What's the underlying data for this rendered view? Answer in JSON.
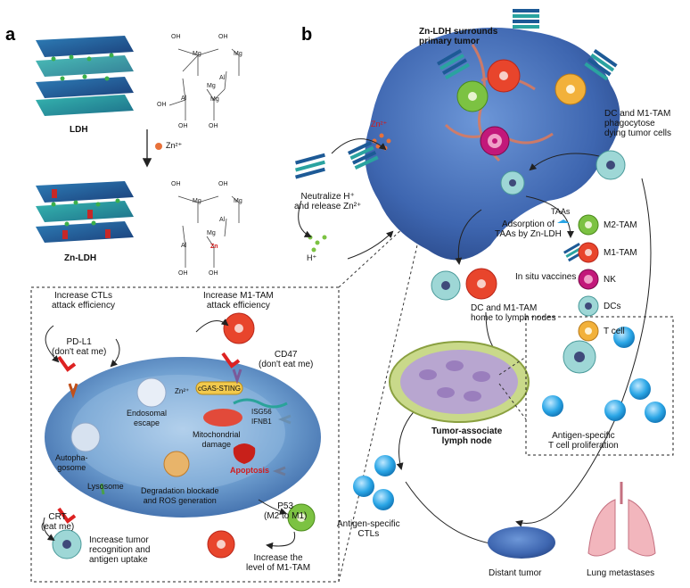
{
  "panels": {
    "a": "a",
    "b": "b"
  },
  "panel_a": {
    "ldh_label": "LDH",
    "zn_ldh_label": "Zn-LDH",
    "zn_ion": "Zn²⁺",
    "oh": "OH",
    "mg": "Mg",
    "al": "Al",
    "zn": "Zn"
  },
  "cell_box": {
    "ctl_efficiency": "Increase CTLs\nattack efficiency",
    "m1_efficiency": "Increase M1-TAM\nattack efficiency",
    "pdl1": "PD-L1\n(don't eat me)",
    "cd47": "CD47\n(don't eat me)",
    "zn_sting": "Zn²⁺",
    "cgas_sting": "cGAS-STING",
    "isg": "ISG56\nIFNB1",
    "endosomal": "Endosomal\nescape",
    "autophagosome": "Autopha-\ngosome",
    "mito": "Mitochondrial\ndamage",
    "lysosome": "Lysosome",
    "apoptosis": "Apoptosis",
    "degradation": "Degradation blockade\nand ROS generation",
    "crt": "CRT\n(eat me)",
    "p53": "P53\n(M2 to M1)",
    "tumor_recog": "Increase tumor\nrecognition and\nantigen uptake",
    "m1_level": "Increase the\nlevel of M1-TAM"
  },
  "panel_b": {
    "title": "Zn-LDH surrounds\nprimary tumor",
    "zn_ion": "Zn²⁺",
    "neutralize": "Neutralize H⁺\nand release Zn²⁺",
    "h_ion": "H⁺",
    "dc_phago": "DC and M1-TAM\nphagocytose\ndying tumor cells",
    "taas": "TAAs",
    "adsorption": "Adsorption of\nTAAs by Zn-LDH",
    "in_situ": "In situ vaccines",
    "home": "DC and M1-TAM\nhome to lymph nodes",
    "lymph": "Tumor-associate\nlymph node",
    "antigen_tcell": "Antigen-specific\nT cell proliferation",
    "antigen_ctl": "Antigen-specific\nCTLs",
    "distant": "Distant tumor",
    "lung": "Lung metastases"
  },
  "legend": [
    {
      "label": "M2-TAM",
      "color": "#7cc242"
    },
    {
      "label": "M1-TAM",
      "color": "#e8452c"
    },
    {
      "label": "NK",
      "color": "#c2187a"
    },
    {
      "label": "DCs",
      "color": "#7fc4c4"
    },
    {
      "label": "T cell",
      "color": "#f2b13a"
    }
  ]
}
